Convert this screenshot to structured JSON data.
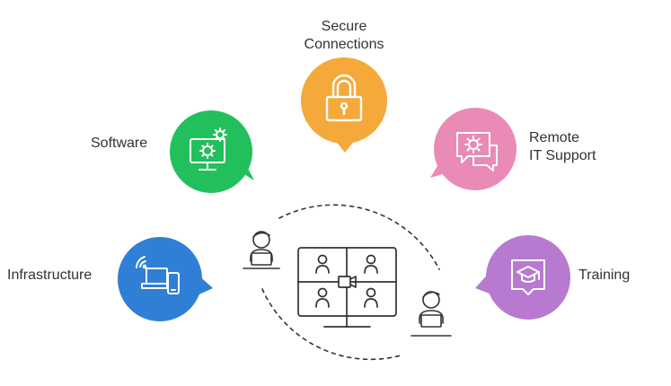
{
  "colors": {
    "secure": "#F5A93A",
    "software": "#22C05C",
    "remote": "#E98BB6",
    "infrastructure": "#2F7FD6",
    "training": "#B77AD0",
    "line": "#333333"
  },
  "labels": {
    "secure": [
      "Secure",
      "Connections"
    ],
    "software": "Software",
    "remote": [
      "Remote",
      "IT Support"
    ],
    "infrastructure": "Infrastructure",
    "training": "Training"
  },
  "icons": {
    "secure": "padlock-icon",
    "software": "monitor-gears-icon",
    "remote": "chat-gear-icon",
    "infrastructure": "wifi-laptop-phone-icon",
    "training": "graduation-cap-chat-icon",
    "center": "video-conference-monitor-icon",
    "person": "person-at-laptop-icon"
  }
}
